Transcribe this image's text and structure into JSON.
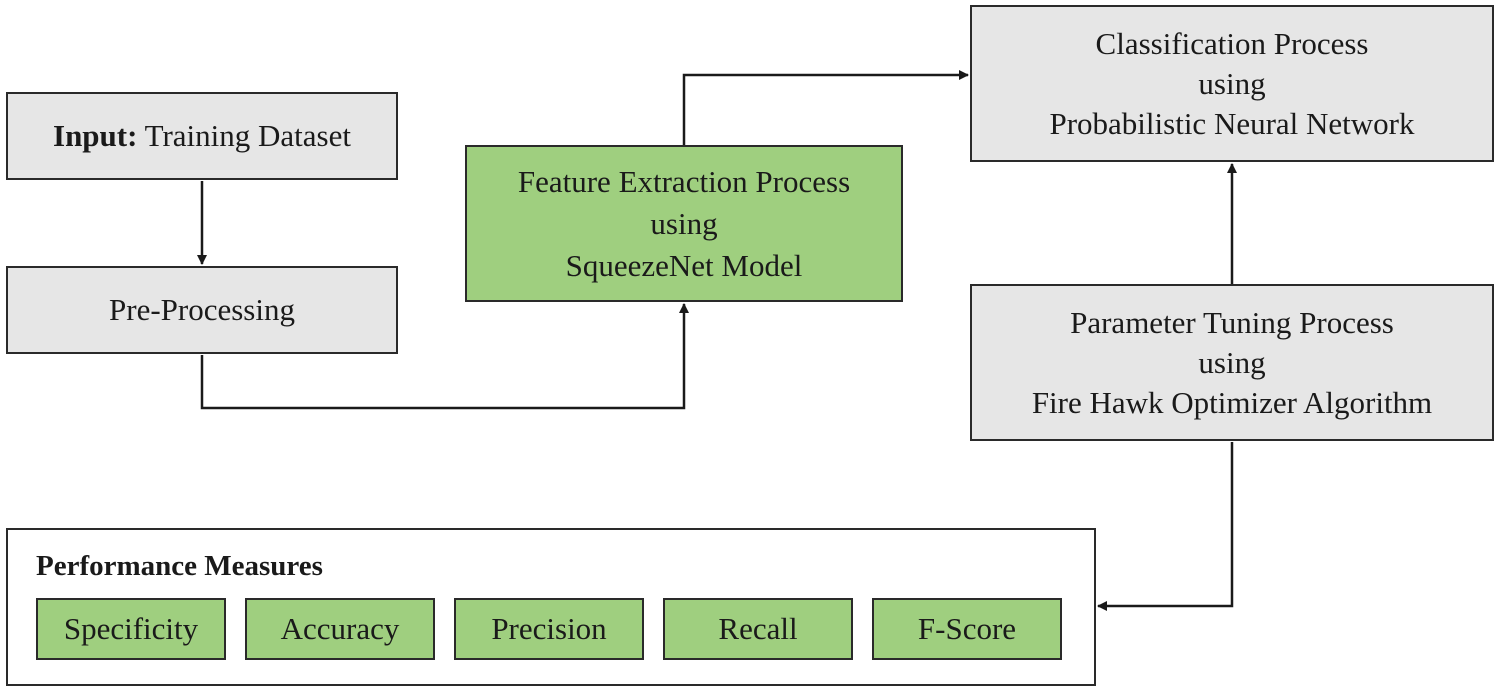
{
  "nodes": {
    "input": {
      "label_bold": "Input:",
      "label_rest": " Training Dataset"
    },
    "preprocessing": {
      "label": "Pre-Processing"
    },
    "feature_extraction": {
      "line1": "Feature Extraction Process",
      "line2": "using",
      "line3": "SqueezeNet Model"
    },
    "classification": {
      "line1": "Classification Process",
      "line2": "using",
      "line3": "Probabilistic Neural Network"
    },
    "parameter_tuning": {
      "line1": "Parameter Tuning Process",
      "line2": "using",
      "line3": "Fire Hawk Optimizer Algorithm"
    },
    "performance": {
      "title": "Performance Measures",
      "metrics": [
        "Specificity",
        "Accuracy",
        "Precision",
        "Recall",
        "F-Score"
      ]
    }
  },
  "colors": {
    "process_fill": "#e6e6e6",
    "highlight_fill": "#9fcf7f",
    "line": "#2a2a2a"
  }
}
